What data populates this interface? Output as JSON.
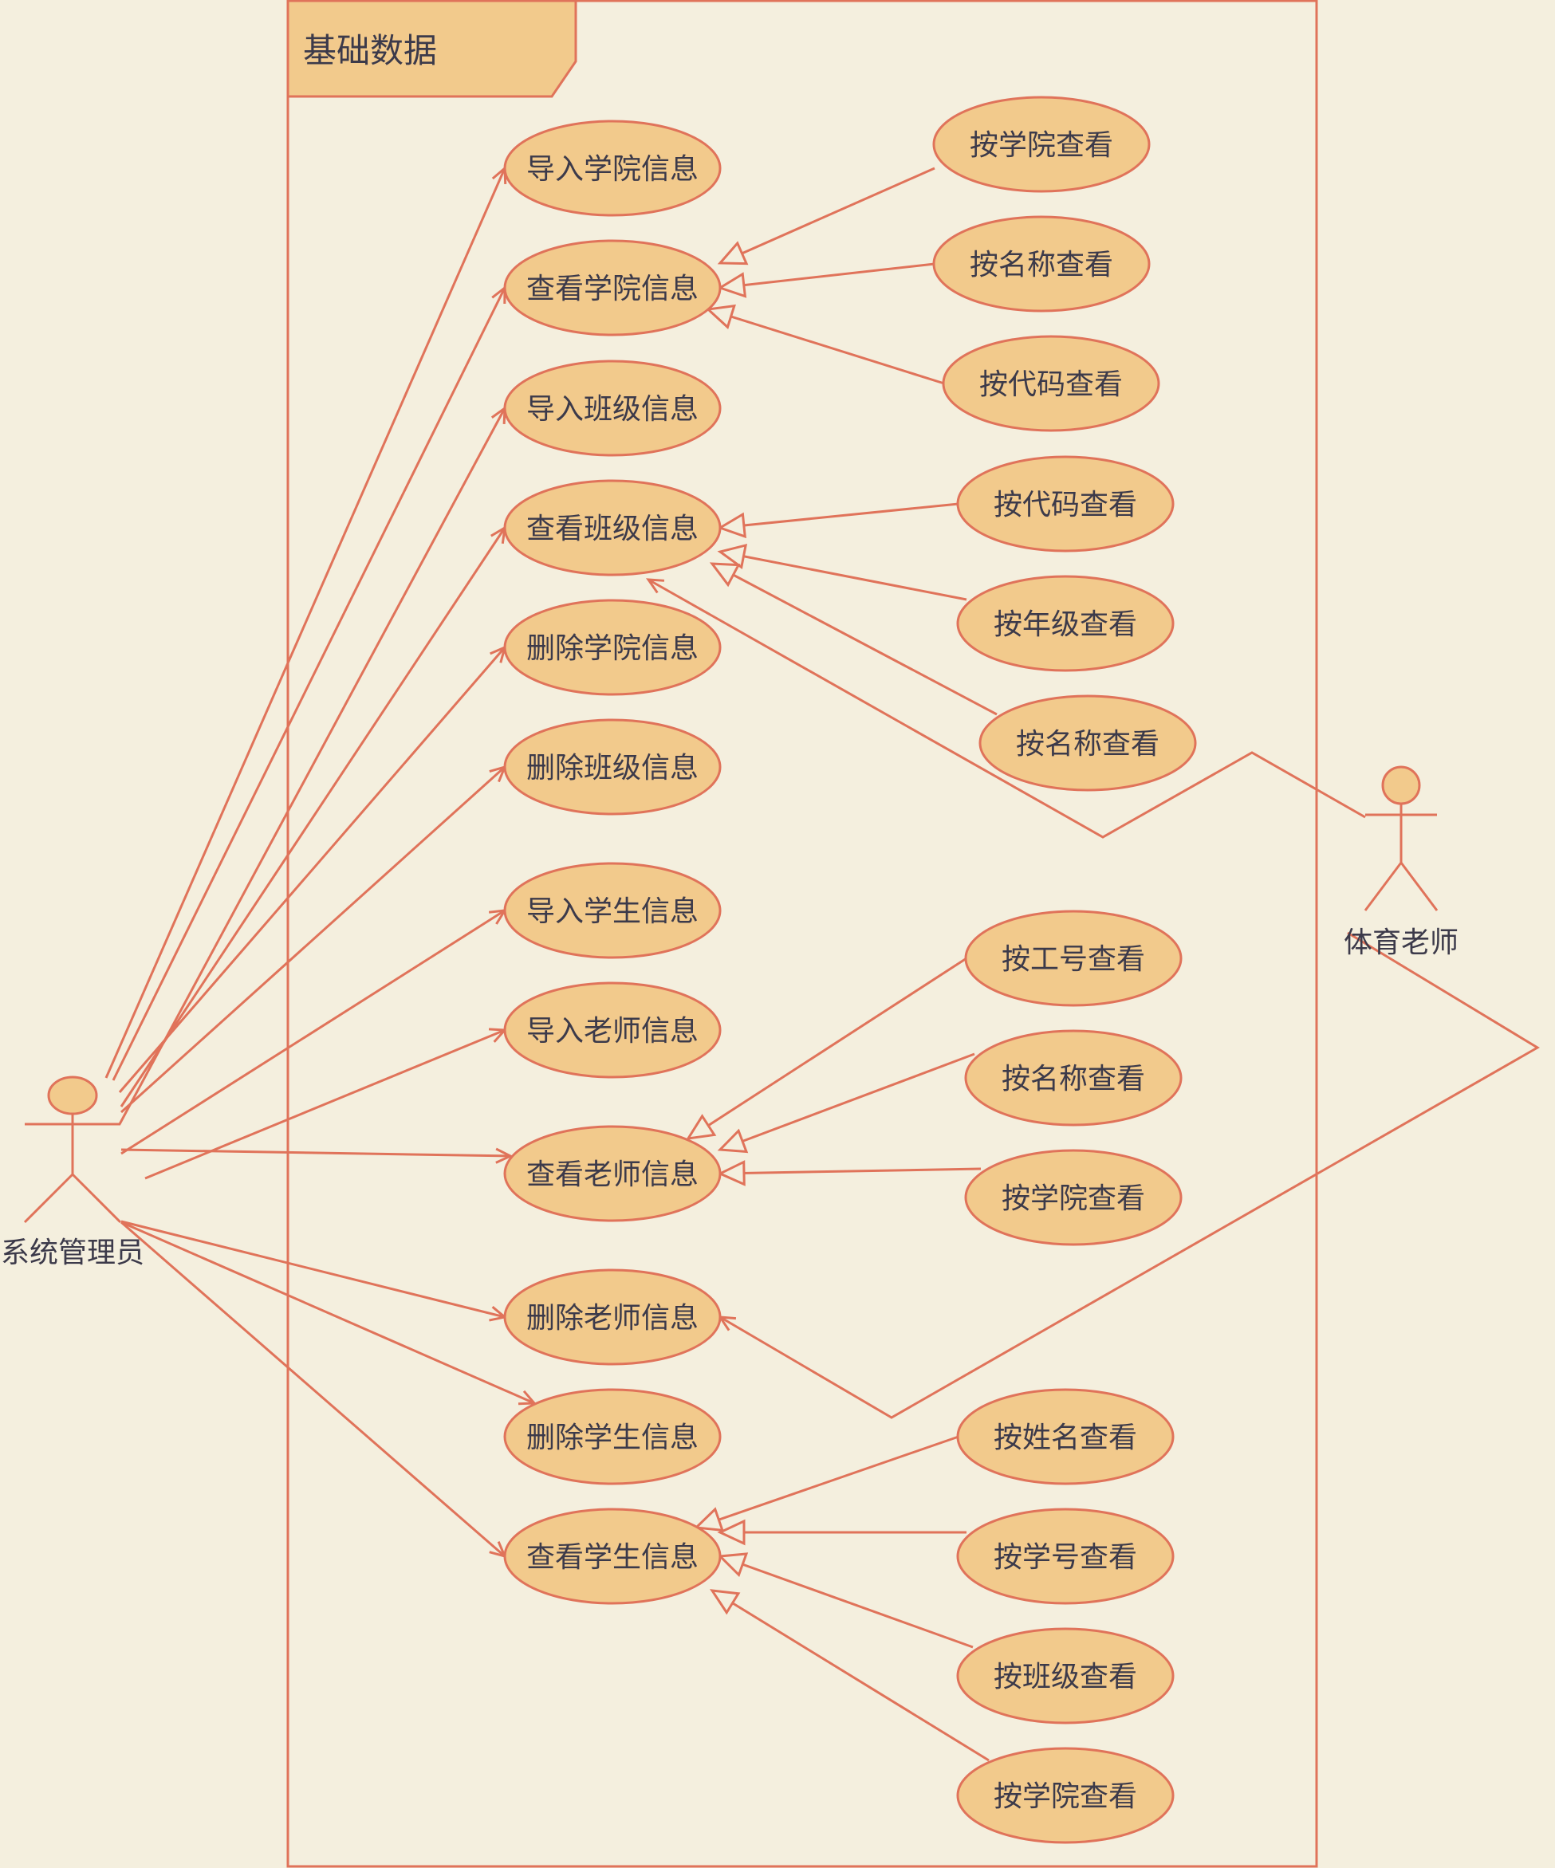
{
  "colors": {
    "background": "#F4EFDE",
    "stroke": "#E0735A",
    "fill": "#F2CA8C",
    "text": "#3C3A4A"
  },
  "package": {
    "title": "基础数据"
  },
  "actors": {
    "admin": {
      "label": "系统管理员"
    },
    "teacher": {
      "label": "体育老师"
    }
  },
  "use_cases": {
    "import_college": "导入学院信息",
    "view_college": "查看学院信息",
    "import_class": "导入班级信息",
    "view_class": "查看班级信息",
    "delete_college": "删除学院信息",
    "delete_class": "删除班级信息",
    "import_student": "导入学生信息",
    "import_teacher": "导入老师信息",
    "view_teacher": "查看老师信息",
    "delete_teacher": "删除老师信息",
    "delete_student": "删除学生信息",
    "view_student": "查看学生信息",
    "college_by_college": "按学院查看",
    "college_by_name": "按名称查看",
    "college_by_code": "按代码查看",
    "class_by_code": "按代码查看",
    "class_by_grade": "按年级查看",
    "class_by_name": "按名称查看",
    "teacher_by_id": "按工号查看",
    "teacher_by_name": "按名称查看",
    "teacher_by_college": "按学院查看",
    "student_by_name": "按姓名查看",
    "student_by_number": "按学号查看",
    "student_by_class": "按班级查看",
    "student_by_college": "按学院查看"
  }
}
